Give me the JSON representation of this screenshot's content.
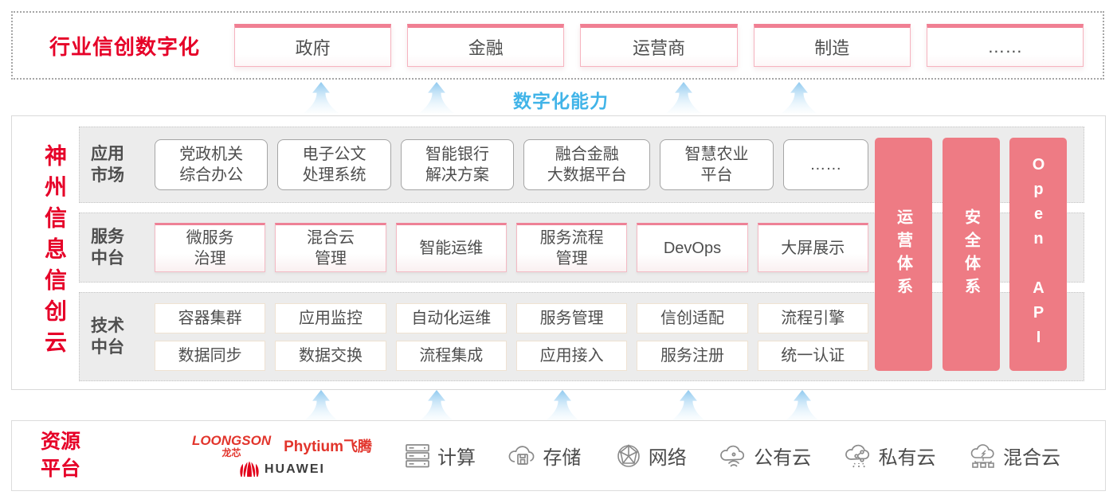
{
  "top_banner": {
    "title": "行业信创数字化",
    "industries": [
      "政府",
      "金融",
      "运营商",
      "制造",
      "……"
    ]
  },
  "capability_label": "数字化能力",
  "platform": {
    "vertical_title": "神州信息信创云",
    "rows": [
      {
        "label": "应用\n市场",
        "items": [
          "党政机关\n综合办公",
          "电子公文\n处理系统",
          "智能银行\n解决方案",
          "融合金融\n大数据平台",
          "智慧农业\n平台",
          "……"
        ]
      },
      {
        "label": "服务\n中台",
        "items": [
          "微服务\n治理",
          "混合云\n管理",
          "智能运维",
          "服务流程\n管理",
          "DevOps",
          "大屏展示"
        ]
      },
      {
        "label": "技术\n中台",
        "items_row1": [
          "容器集群",
          "应用监控",
          "自动化运维",
          "服务管理",
          "信创适配",
          "流程引擎"
        ],
        "items_row2": [
          "数据同步",
          "数据交换",
          "流程集成",
          "应用接入",
          "服务注册",
          "统一认证"
        ]
      }
    ],
    "pillars": [
      "运营体系",
      "安全体系",
      "Open API"
    ]
  },
  "resource": {
    "title": "资源\n平台",
    "vendors": {
      "loongson": "LOONGSON",
      "loongson_sub": "龙芯",
      "phytium_latin": "Phytium",
      "phytium_cjk": "飞腾",
      "huawei": "HUAWEI"
    },
    "items": [
      {
        "icon": "server-icon",
        "label": "计算"
      },
      {
        "icon": "storage-cloud-icon",
        "label": "存储"
      },
      {
        "icon": "network-globe-icon",
        "label": "网络"
      },
      {
        "icon": "public-cloud-icon",
        "label": "公有云"
      },
      {
        "icon": "private-cloud-icon",
        "label": "私有云"
      },
      {
        "icon": "hybrid-cloud-icon",
        "label": "混合云"
      }
    ]
  },
  "colors": {
    "accent_red": "#e60028",
    "pillar_pink": "#ee7b84",
    "box_pink_border": "#ee8196",
    "capability_blue": "#41b4e8",
    "row_gray": "#ececec",
    "text_gray": "#4e4e4e",
    "icon_gray": "#8a8a8a"
  }
}
